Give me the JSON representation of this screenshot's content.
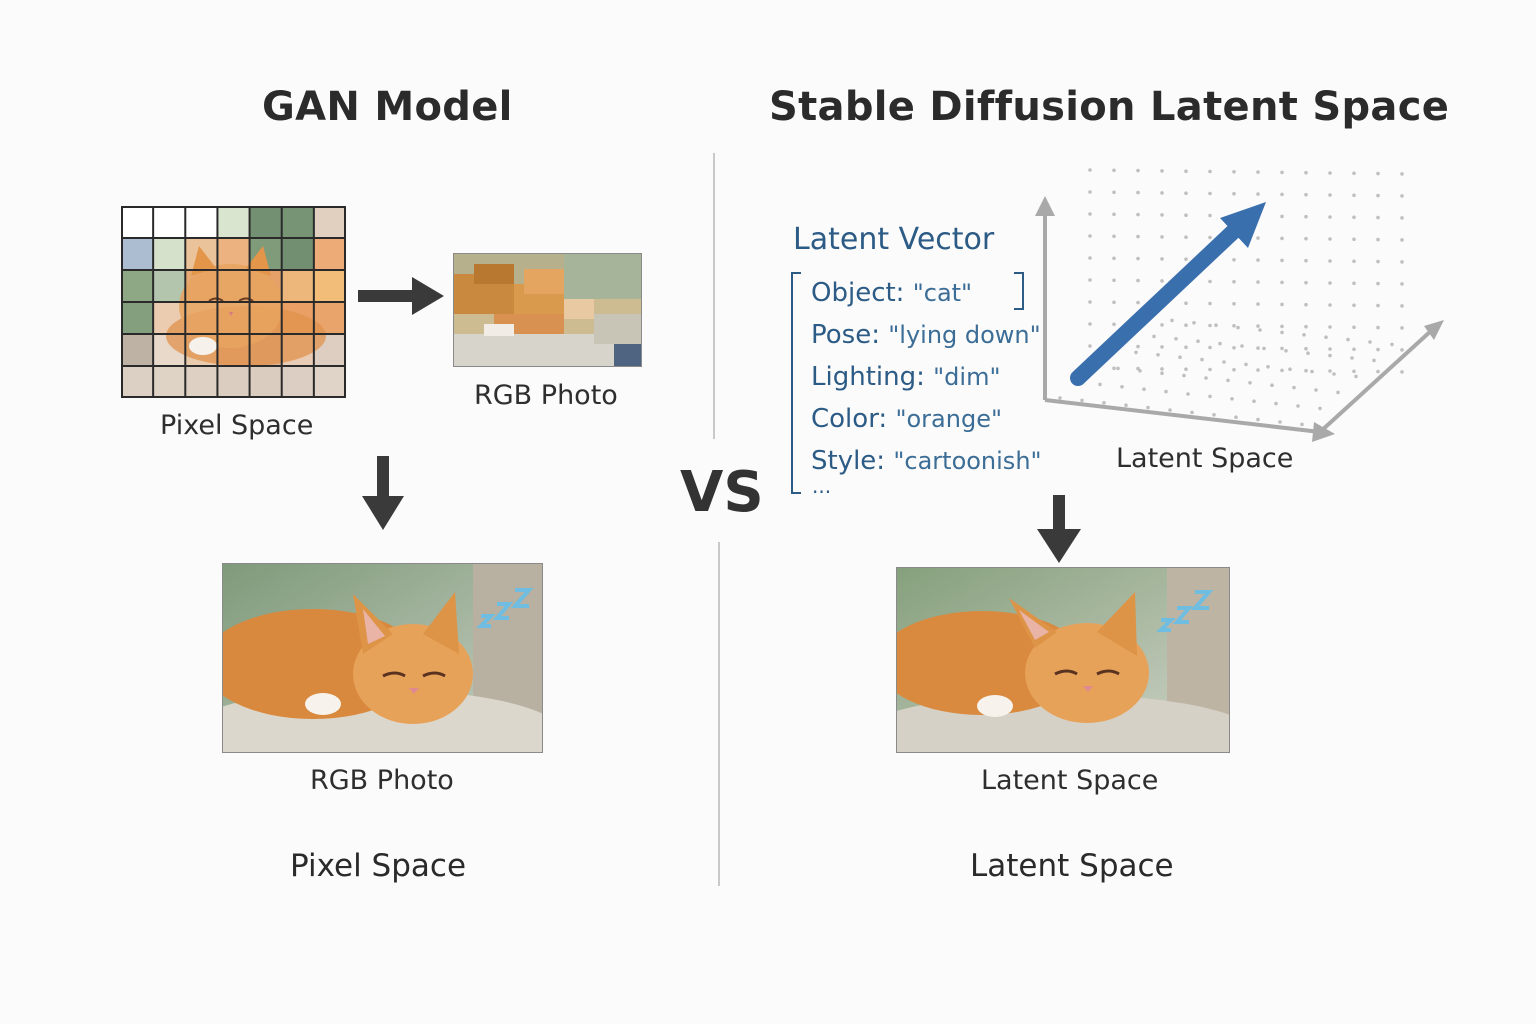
{
  "left": {
    "title": "GAN Model",
    "grid_caption": "Pixel Space",
    "small_photo_caption": "RGB Photo",
    "photo_caption": "RGB Photo",
    "section_label": "Pixel Space"
  },
  "vs_label": "VS",
  "right": {
    "title": "Stable Diffusion Latent Space",
    "latent_vector": {
      "title": "Latent Vector",
      "fields": [
        {
          "key": "Object:",
          "value": "\"cat\""
        },
        {
          "key": "Pose:",
          "value": "\"lying down\""
        },
        {
          "key": "Lighting:",
          "value": "\"dim\""
        },
        {
          "key": "Color:",
          "value": "\"orange\""
        },
        {
          "key": "Style:",
          "value": "\"cartoonish\""
        }
      ],
      "ellipsis": "..."
    },
    "plot_caption": "Latent Space",
    "photo_caption": "Latent Space",
    "section_label": "Latent Space"
  },
  "colors": {
    "accent_blue": "#2c5b86",
    "arrow_blue": "#3a6fae",
    "arrow_dark": "#3a3a3a",
    "cat_orange": "#e3914a"
  },
  "icons": [
    "arrow-right-icon",
    "arrow-down-icon",
    "sleep-zzz-icon",
    "latent-vector-arrow-icon"
  ],
  "pixel_grid": {
    "rows": 6,
    "cols": 7,
    "tints": [
      [
        "#ffffff",
        "#ffffff",
        "#ffffff",
        "#d4e0c8",
        "#5b7d5a",
        "#5f815c",
        "#dcc7b5"
      ],
      [
        "#9db1c9",
        "#cfdcc2",
        "#e7b88a",
        "#e9a46a",
        "#6a8a62",
        "#5b7b58",
        "#e99c5f"
      ],
      [
        "#7a9870",
        "#a7bba0",
        "#e39a58",
        "#e6a56d",
        "#e1914c",
        "#eaa963",
        "#f0b160"
      ],
      [
        "#6f8e66",
        "#e7c3a2",
        "#efd6c0",
        "#e8b58b",
        "#e89a58",
        "#e68f4a",
        "#e49450"
      ],
      [
        "#b3a595",
        "#e4d2c1",
        "#e5c29f",
        "#dea477",
        "#d8a37c",
        "#e5c3a8",
        "#d8c6b6"
      ],
      [
        "#d6c7b8",
        "#d9cbbc",
        "#d8c8b8",
        "#d5c5b5",
        "#d3c3b4",
        "#d6c6b7",
        "#dacbbd"
      ]
    ]
  }
}
